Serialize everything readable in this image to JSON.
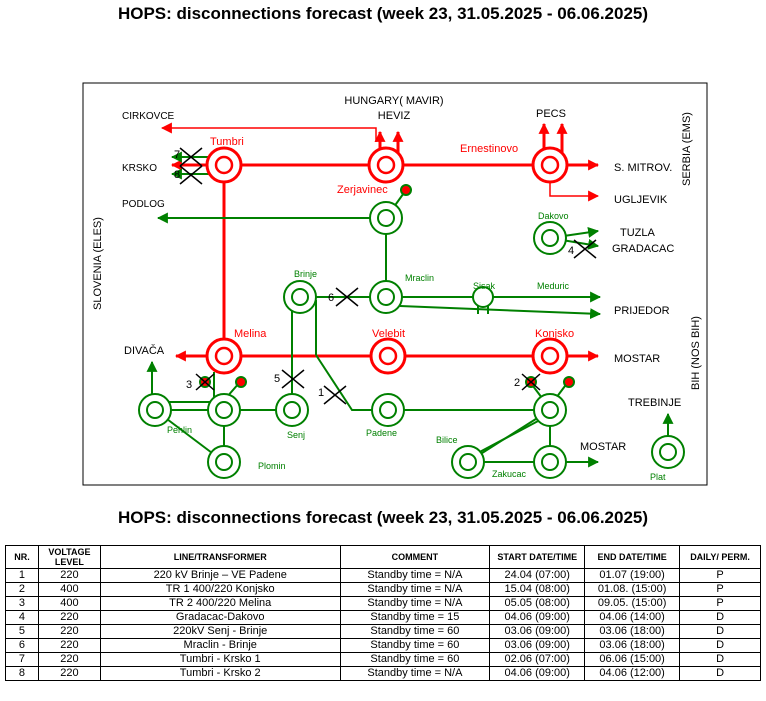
{
  "header": {
    "title": "HOPS: disconnections forecast (week 23, 31.05.2025 - 06.06.2025)"
  },
  "diagram": {
    "border_labels": {
      "hungary": "HUNGARY( MAVIR)",
      "heviz": "HEVIZ",
      "cirkovce": "CIRKOVCE",
      "krsko": "KRSKO",
      "podlog": "PODLOG",
      "slovenia": "SLOVENIA (ELES)",
      "divaca": "DIVAČA",
      "pecs": "PECS",
      "serbia": "SERBIA (EMS)",
      "s_mitrovica": "S. MITROV.",
      "ugljevik": "UGLJEVIK",
      "tuzla": "TUZLA",
      "gradacac": "GRADACAC",
      "prijedor": "PRIJEDOR",
      "mostar_1": "MOSTAR",
      "bih": "BIH (NOS BIH)",
      "trebinje": "TREBINJE",
      "mostar_2": "MOSTAR"
    },
    "substations": {
      "tumbri": "Tumbri",
      "zerjavinec": "Zerjavinec",
      "ernestinovo": "Ernestinovo",
      "melina": "Melina",
      "velebit": "Velebit",
      "konjsko": "Konjsko",
      "brinje": "Brinje",
      "mraclin": "Mraclin",
      "sisak": "Sisak",
      "meduric": "Meduric",
      "dakovo": "Dakovo",
      "pehlin": "Pehlin",
      "plomin": "Plomin",
      "senj": "Senj",
      "padene": "Padene",
      "bilice": "Bilice",
      "zakucac": "Zakucac",
      "plat": "Plat"
    },
    "markers": [
      "1",
      "2",
      "3",
      "4",
      "5",
      "6",
      "7",
      "8"
    ],
    "colors": {
      "kv400": "#ff0000",
      "kv220": "#008000",
      "outage": "#000000"
    }
  },
  "table": {
    "headers": [
      "NR.",
      "VOLTAGE LEVEL",
      "LINE/TRANSFORMER",
      "COMMENT",
      "START DATE/TIME",
      "END DATE/TIME",
      "DAILY/ PERM."
    ],
    "rows": [
      [
        "1",
        "220",
        "220 kV Brinje – VE Padene",
        "Standby time = N/A",
        "24.04 (07:00)",
        "01.07 (19:00)",
        "P"
      ],
      [
        "2",
        "400",
        "TR 1 400/220 Konjsko",
        "Standby time = N/A",
        "15.04 (08:00)",
        "01.08. (15:00)",
        "P"
      ],
      [
        "3",
        "400",
        "TR 2 400/220 Melina",
        "Standby time = N/A",
        "05.05 (08:00)",
        "09.05. (15:00)",
        "P"
      ],
      [
        "4",
        "220",
        "Gradacac-Dakovo",
        "Standby time = 15",
        "04.06 (09:00)",
        "04.06 (14:00)",
        "D"
      ],
      [
        "5",
        "220",
        "220kV Senj - Brinje",
        "Standby time = 60",
        "03.06 (09:00)",
        "03.06 (18:00)",
        "D"
      ],
      [
        "6",
        "220",
        "Mraclin - Brinje",
        "Standby time = 60",
        "03.06 (09:00)",
        "03.06 (18:00)",
        "D"
      ],
      [
        "7",
        "220",
        "Tumbri - Krsko 1",
        "Standby time = 60",
        "02.06 (07:00)",
        "06.06 (15:00)",
        "D"
      ],
      [
        "8",
        "220",
        "Tumbri - Krsko 2",
        "Standby time = N/A",
        "04.06 (09:00)",
        "04.06 (12:00)",
        "D"
      ]
    ]
  }
}
